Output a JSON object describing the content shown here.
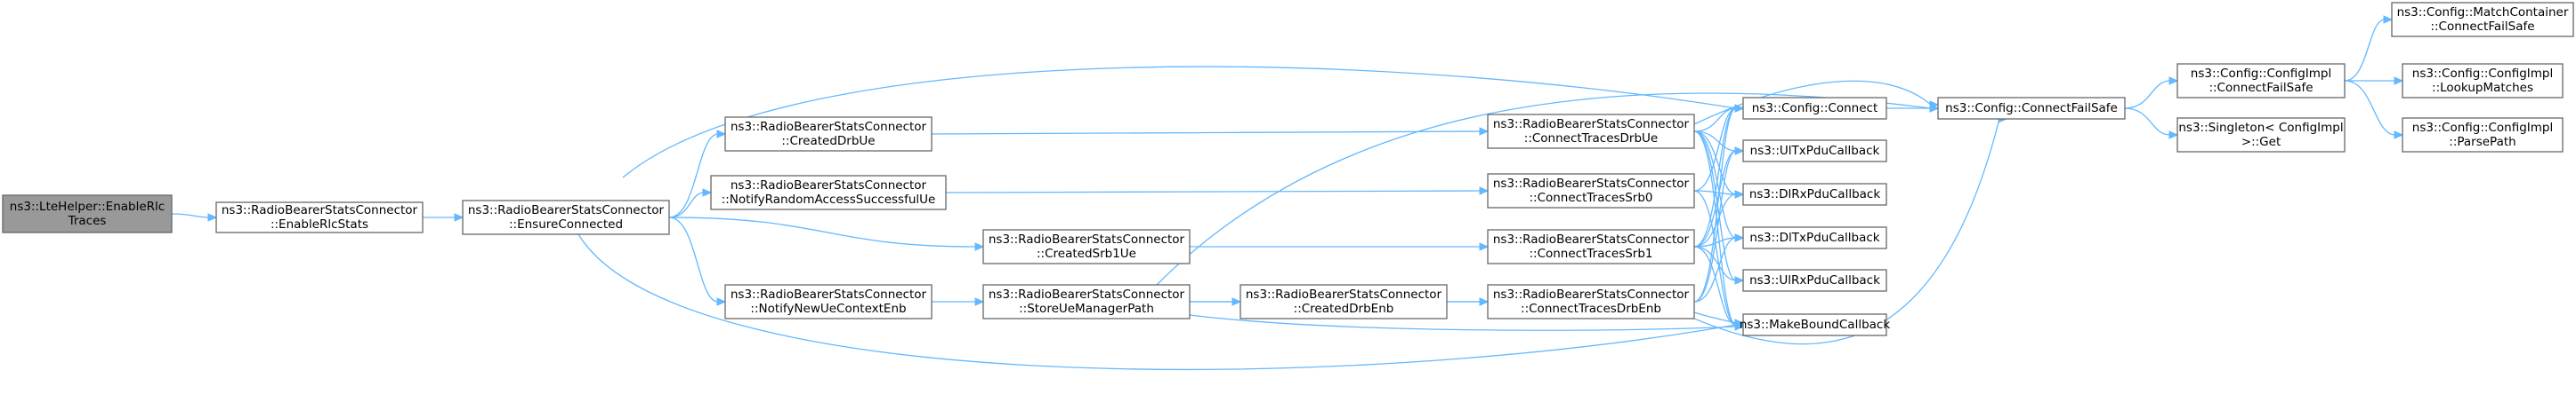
{
  "colors": {
    "edge": "#63b8ff",
    "root_fill": "#999999",
    "node_border": "#666666"
  },
  "nodes": [
    {
      "id": "n0",
      "lines": [
        "ns3::LteHelper::EnableRlc",
        "Traces"
      ],
      "root": true
    },
    {
      "id": "n1",
      "lines": [
        "ns3::RadioBearerStatsConnector",
        "::EnableRlcStats"
      ]
    },
    {
      "id": "n2",
      "lines": [
        "ns3::RadioBearerStatsConnector",
        "::EnsureConnected"
      ]
    },
    {
      "id": "n3",
      "lines": [
        "ns3::RadioBearerStatsConnector",
        "::CreatedDrbUe"
      ]
    },
    {
      "id": "n4",
      "lines": [
        "ns3::RadioBearerStatsConnector",
        "::NotifyRandomAccessSuccessfulUe"
      ]
    },
    {
      "id": "n5",
      "lines": [
        "ns3::RadioBearerStatsConnector",
        "::CreatedSrb1Ue"
      ]
    },
    {
      "id": "n6",
      "lines": [
        "ns3::RadioBearerStatsConnector",
        "::NotifyNewUeContextEnb"
      ]
    },
    {
      "id": "n7",
      "lines": [
        "ns3::RadioBearerStatsConnector",
        "::StoreUeManagerPath"
      ]
    },
    {
      "id": "n8",
      "lines": [
        "ns3::RadioBearerStatsConnector",
        "::CreatedDrbEnb"
      ]
    },
    {
      "id": "n9",
      "lines": [
        "ns3::RadioBearerStatsConnector",
        "::ConnectTracesDrbUe"
      ]
    },
    {
      "id": "n10",
      "lines": [
        "ns3::RadioBearerStatsConnector",
        "::ConnectTracesSrb0"
      ]
    },
    {
      "id": "n11",
      "lines": [
        "ns3::RadioBearerStatsConnector",
        "::ConnectTracesSrb1"
      ]
    },
    {
      "id": "n12",
      "lines": [
        "ns3::RadioBearerStatsConnector",
        "::ConnectTracesDrbEnb"
      ]
    },
    {
      "id": "n13",
      "lines": [
        "ns3::Config::Connect"
      ]
    },
    {
      "id": "n14",
      "lines": [
        "ns3::UlTxPduCallback"
      ]
    },
    {
      "id": "n15",
      "lines": [
        "ns3::DlRxPduCallback"
      ]
    },
    {
      "id": "n16",
      "lines": [
        "ns3::DlTxPduCallback"
      ]
    },
    {
      "id": "n17",
      "lines": [
        "ns3::UlRxPduCallback"
      ]
    },
    {
      "id": "n18",
      "lines": [
        "ns3::MakeBoundCallback"
      ]
    },
    {
      "id": "n19",
      "lines": [
        "ns3::Config::ConnectFailSafe"
      ]
    },
    {
      "id": "n20",
      "lines": [
        "ns3::Config::ConfigImpl",
        "::ConnectFailSafe"
      ]
    },
    {
      "id": "n21",
      "lines": [
        "ns3::Singleton< ConfigImpl",
        " >::Get"
      ]
    },
    {
      "id": "n22",
      "lines": [
        "ns3::Config::MatchContainer",
        "::ConnectFailSafe"
      ]
    },
    {
      "id": "n23",
      "lines": [
        "ns3::Config::ConfigImpl",
        "::LookupMatches"
      ]
    },
    {
      "id": "n24",
      "lines": [
        "ns3::Config::ConfigImpl",
        "::ParsePath"
      ]
    }
  ],
  "edges": [
    [
      "n0",
      "n1"
    ],
    [
      "n1",
      "n2"
    ],
    [
      "n2",
      "n3"
    ],
    [
      "n2",
      "n4"
    ],
    [
      "n2",
      "n5"
    ],
    [
      "n2",
      "n6"
    ],
    [
      "n2",
      "n13"
    ],
    [
      "n2",
      "n18"
    ],
    [
      "n3",
      "n9"
    ],
    [
      "n4",
      "n10"
    ],
    [
      "n5",
      "n11"
    ],
    [
      "n6",
      "n7"
    ],
    [
      "n7",
      "n8"
    ],
    [
      "n7",
      "n12"
    ],
    [
      "n7",
      "n18"
    ],
    [
      "n7",
      "n19"
    ],
    [
      "n8",
      "n12"
    ],
    [
      "n9",
      "n13"
    ],
    [
      "n9",
      "n14"
    ],
    [
      "n9",
      "n15"
    ],
    [
      "n9",
      "n16"
    ],
    [
      "n9",
      "n17"
    ],
    [
      "n9",
      "n18"
    ],
    [
      "n9",
      "n19"
    ],
    [
      "n10",
      "n13"
    ],
    [
      "n10",
      "n15"
    ],
    [
      "n10",
      "n18"
    ],
    [
      "n11",
      "n13"
    ],
    [
      "n11",
      "n14"
    ],
    [
      "n11",
      "n15"
    ],
    [
      "n11",
      "n16"
    ],
    [
      "n11",
      "n17"
    ],
    [
      "n11",
      "n18"
    ],
    [
      "n12",
      "n13"
    ],
    [
      "n12",
      "n14"
    ],
    [
      "n12",
      "n16"
    ],
    [
      "n12",
      "n18"
    ],
    [
      "n12",
      "n19"
    ],
    [
      "n13",
      "n19"
    ],
    [
      "n19",
      "n20"
    ],
    [
      "n19",
      "n21"
    ],
    [
      "n20",
      "n22"
    ],
    [
      "n20",
      "n23"
    ],
    [
      "n20",
      "n24"
    ]
  ]
}
